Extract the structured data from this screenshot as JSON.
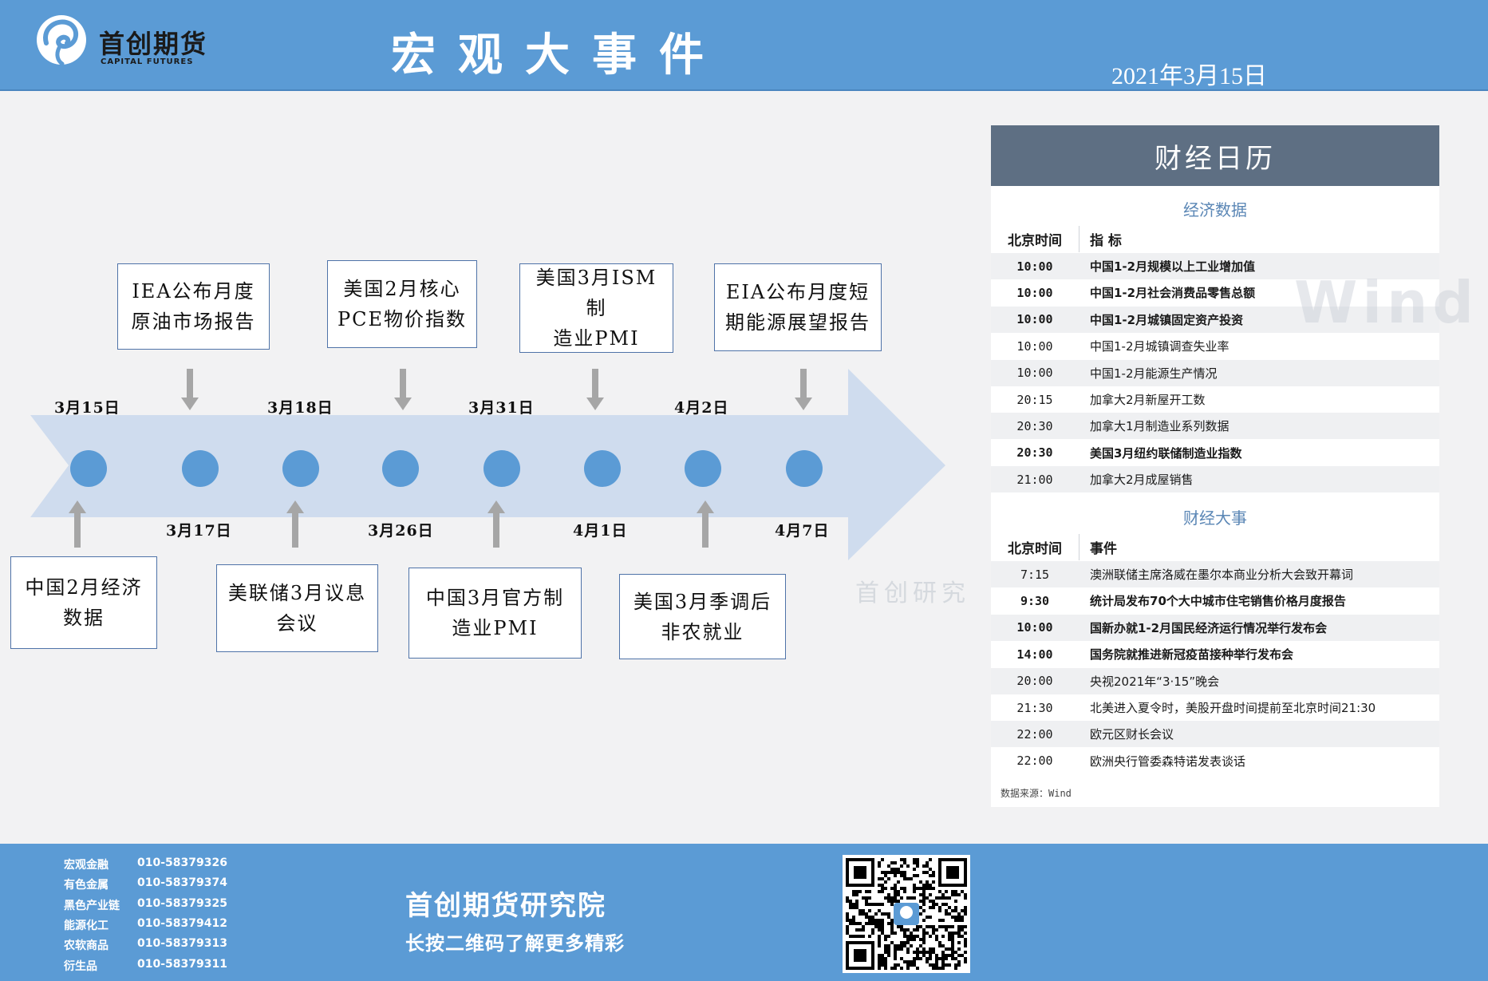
{
  "header": {
    "brand_cn": "首创期货",
    "brand_en": "CAPITAL FUTURES",
    "title": "宏观大事件",
    "date": "2021年3月15日"
  },
  "timeline": {
    "top_dates": [
      "3月15日",
      "3月18日",
      "3月31日",
      "4月2日"
    ],
    "bottom_dates": [
      "3月17日",
      "3月26日",
      "4月1日",
      "4月7日"
    ],
    "top_events": [
      {
        "line1": "IEA公布月度",
        "line2": "原油市场报告"
      },
      {
        "line1": "美国2月核心",
        "line2": "PCE物价指数"
      },
      {
        "line1": "美国3月ISM制",
        "line2": "造业PMI"
      },
      {
        "line1": "EIA公布月度短",
        "line2": "期能源展望报告"
      }
    ],
    "bottom_events": [
      {
        "line1": "中国2月经济",
        "line2": "数据"
      },
      {
        "line1": "美联储3月议息",
        "line2": "会议"
      },
      {
        "line1": "中国3月官方制",
        "line2": "造业PMI"
      },
      {
        "line1": "美国3月季调后",
        "line2": "非农就业"
      }
    ]
  },
  "calendar": {
    "title": "财经日历",
    "economic_section": "经济数据",
    "economic_headers": {
      "time": "北京时间",
      "item": "指 标"
    },
    "economic_rows": [
      {
        "time": "10:00",
        "item": "中国1-2月规模以上工业增加值",
        "bold": true
      },
      {
        "time": "10:00",
        "item": "中国1-2月社会消费品零售总额",
        "bold": true
      },
      {
        "time": "10:00",
        "item": "中国1-2月城镇固定资产投资",
        "bold": true
      },
      {
        "time": "10:00",
        "item": "中国1-2月城镇调查失业率",
        "bold": false
      },
      {
        "time": "10:00",
        "item": "中国1-2月能源生产情况",
        "bold": false
      },
      {
        "time": "20:15",
        "item": "加拿大2月新屋开工数",
        "bold": false
      },
      {
        "time": "20:30",
        "item": "加拿大1月制造业系列数据",
        "bold": false
      },
      {
        "time": "20:30",
        "item": "美国3月纽约联储制造业指数",
        "bold": true
      },
      {
        "time": "21:00",
        "item": "加拿大2月成屋销售",
        "bold": false
      }
    ],
    "event_section": "财经大事",
    "event_headers": {
      "time": "北京时间",
      "item": "事件"
    },
    "event_rows": [
      {
        "time": "7:15",
        "item": "澳洲联储主席洛威在墨尔本商业分析大会致开幕词",
        "bold": false
      },
      {
        "time": "9:30",
        "item": "统计局发布70个大中城市住宅销售价格月度报告",
        "bold": true
      },
      {
        "time": "10:00",
        "item": "国新办就1-2月国民经济运行情况举行发布会",
        "bold": true
      },
      {
        "time": "14:00",
        "item": "国务院就推进新冠疫苗接种举行发布会",
        "bold": true
      },
      {
        "time": "20:00",
        "item": "央视2021年“3·15”晚会",
        "bold": false
      },
      {
        "time": "21:30",
        "item": "北美进入夏令时，美股开盘时间提前至北京时间21:30",
        "bold": false
      },
      {
        "time": "22:00",
        "item": "欧元区财长会议",
        "bold": false
      },
      {
        "time": "22:00",
        "item": "欧洲央行管委森特诺发表谈话",
        "bold": false
      }
    ],
    "source": "数据来源：Wind"
  },
  "watermarks": {
    "research": "首创研究",
    "wind": "Wind"
  },
  "footer": {
    "contacts": [
      {
        "dept": "宏观金融",
        "phone": "010-58379326"
      },
      {
        "dept": "有色金属",
        "phone": "010-58379374"
      },
      {
        "dept": "黑色产业链",
        "phone": "010-58379325"
      },
      {
        "dept": "能源化工",
        "phone": "010-58379412"
      },
      {
        "dept": "农软商品",
        "phone": "010-58379313"
      },
      {
        "dept": "衍生品",
        "phone": "010-58379311"
      }
    ],
    "institute": "首创期货研究院",
    "slogan": "长按二维码了解更多精彩"
  },
  "colors": {
    "header": "#5b9bd5",
    "arrow": "#cfdcee",
    "dot": "#5b9bd5",
    "panel_title": "#5e6f83"
  }
}
